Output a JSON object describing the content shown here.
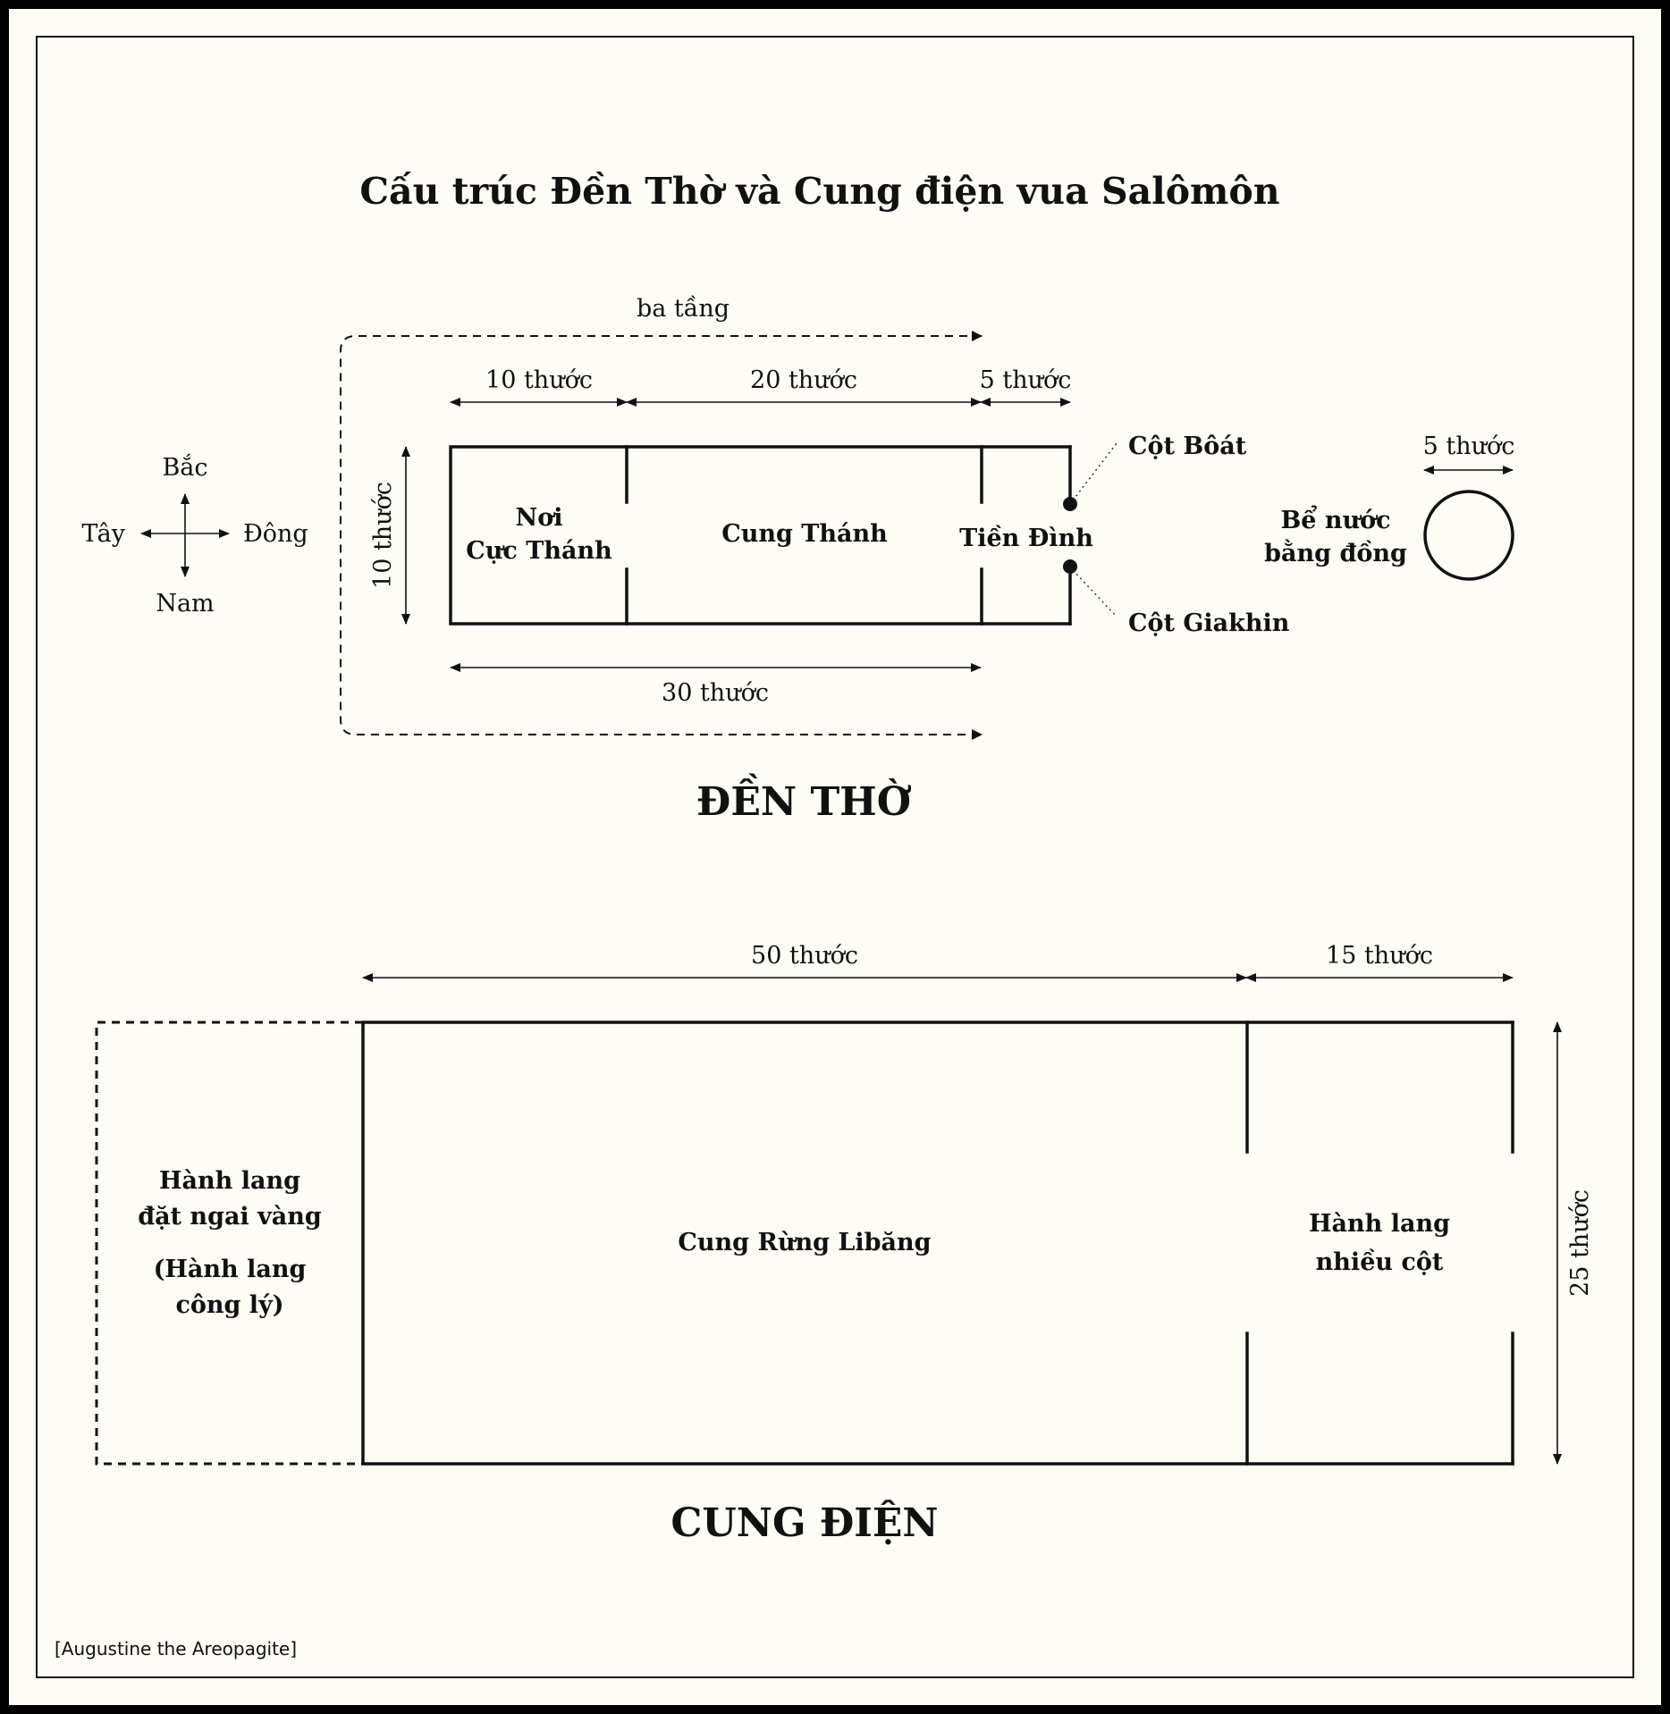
{
  "title": "Cấu trúc Đền Thờ và Cung điện vua Salômôn",
  "colors": {
    "background": "#fdfcf5",
    "frame": "#000000",
    "ink": "#111111"
  },
  "compass": {
    "north": "Bắc",
    "south": "Nam",
    "west": "Tây",
    "east": "Đông"
  },
  "temple": {
    "heading": "ĐỀN THỜ",
    "stories_label": "ba tầng",
    "dim_holy_of_holies": "10 thước",
    "dim_holy_place": "20 thước",
    "dim_porch": "5 thước",
    "dim_width": "10 thước",
    "dim_length": "30 thước",
    "room_holy_of_holies_line1": "Nơi",
    "room_holy_of_holies_line2": "Cực Thánh",
    "room_holy_place": "Cung Thánh",
    "room_porch": "Tiền Đình",
    "pillar_north": "Cột Bôát",
    "pillar_south": "Cột Giakhin",
    "sea_line1": "Bể nước",
    "sea_line2": "bằng đồng",
    "sea_dim": "5 thước"
  },
  "palace": {
    "heading": "CUNG ĐIỆN",
    "dim_forest_house": "50 thước",
    "dim_colonnade": "15 thước",
    "dim_width": "25 thước",
    "throne_hall_line1": "Hành lang",
    "throne_hall_line2": "đặt ngai vàng",
    "throne_hall_line3": "(Hành lang",
    "throne_hall_line4": "công lý)",
    "forest_house": "Cung Rừng Libăng",
    "colonnade_line1": "Hành lang",
    "colonnade_line2": "nhiều cột"
  },
  "credit": "[Augustine the Areopagite]"
}
